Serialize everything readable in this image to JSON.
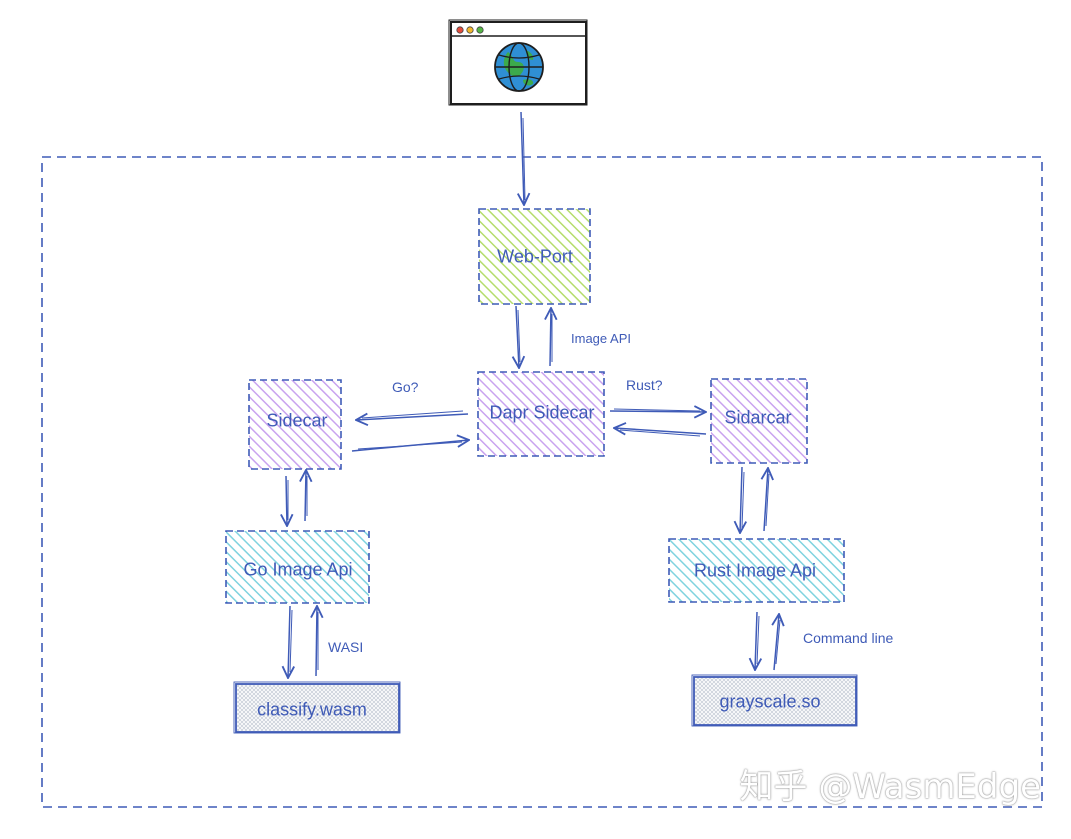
{
  "nodes": {
    "web_port": "Web-Port",
    "dapr_sidecar": "Dapr Sidecar",
    "go_sidecar": "Sidecar",
    "rust_sidecar": "Sidarcar",
    "go_image_api": "Go Image Api",
    "rust_image_api": "Rust Image Api",
    "classify_wasm": "classify.wasm",
    "grayscale_so": "grayscale.so"
  },
  "edges": {
    "image_api": "Image API",
    "go": "Go?",
    "rust": "Rust?",
    "wasi": "WASI",
    "command_line": "Command line"
  },
  "icons": {
    "browser": "browser-window-icon",
    "globe": "globe-icon"
  },
  "colors": {
    "stroke": "#3f5bb7",
    "web_port_fill": "#b5dd6c",
    "sidecar_fill": "#c9a3ef",
    "api_fill": "#7fd3df",
    "lib_fill": "#c9cfd9",
    "globe_ocean": "#2f8fd4",
    "globe_land": "#3caa4c"
  },
  "watermark": "知乎 @WasmEdge"
}
